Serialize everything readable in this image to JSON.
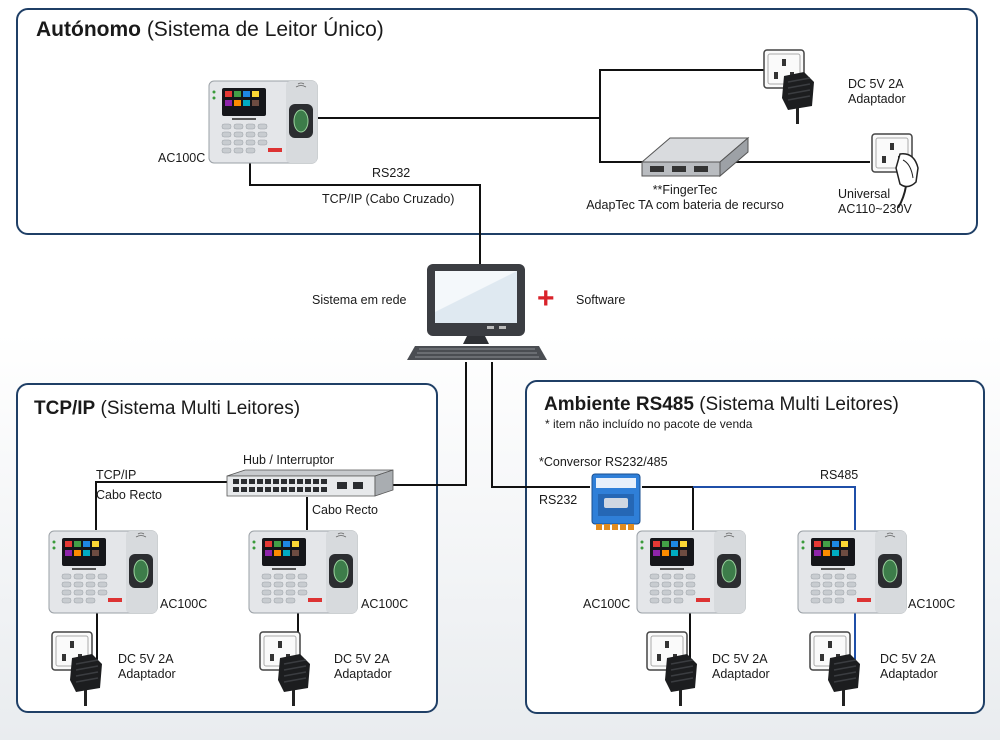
{
  "colors": {
    "panel_border": "#1f3f66",
    "wire": "#111111",
    "plus": "#d9222a",
    "rs485_wire": "#1f4fa8"
  },
  "standalone": {
    "title_bold": "Autónomo",
    "title_rest": " (Sistema de Leitor Único)",
    "device_label": "AC100C",
    "rs232_label": "RS232",
    "tcpip_label": "TCP/IP (Cabo Cruzado)",
    "adaptec_label_line1": "**FingerTec",
    "adaptec_label_line2": "AdapTec TA com bateria de recurso",
    "adapter_line1": "DC 5V 2A",
    "adapter_line2": "Adaptador",
    "universal_line1": "Universal",
    "universal_line2": "AC110~230V"
  },
  "center": {
    "network_label": "Sistema em rede",
    "plus_symbol": "+",
    "software_label": "Software"
  },
  "tcpip": {
    "title_bold": "TCP/IP",
    "title_rest": " (Sistema Multi Leitores)",
    "hub_label": "Hub / Interruptor",
    "tcpip_label": "TCP/IP",
    "cable_left_label": "Cabo Recto",
    "cable_right_label": "Cabo Recto",
    "device1_label": "AC100C",
    "device2_label": "AC100C",
    "adapter1_line1": "DC 5V 2A",
    "adapter1_line2": "Adaptador",
    "adapter2_line1": "DC 5V 2A",
    "adapter2_line2": "Adaptador"
  },
  "rs485": {
    "title_bold": "Ambiente RS485",
    "title_rest": " (Sistema Multi Leitores)",
    "note": "* item não incluído no pacote de venda",
    "converter_label": "*Conversor RS232/485",
    "rs232_label": "RS232",
    "rs485_label": "RS485",
    "device1_label": "AC100C",
    "device2_label": "AC100C",
    "adapter1_line1": "DC 5V 2A",
    "adapter1_line2": "Adaptador",
    "adapter2_line1": "DC 5V 2A",
    "adapter2_line2": "Adaptador"
  }
}
